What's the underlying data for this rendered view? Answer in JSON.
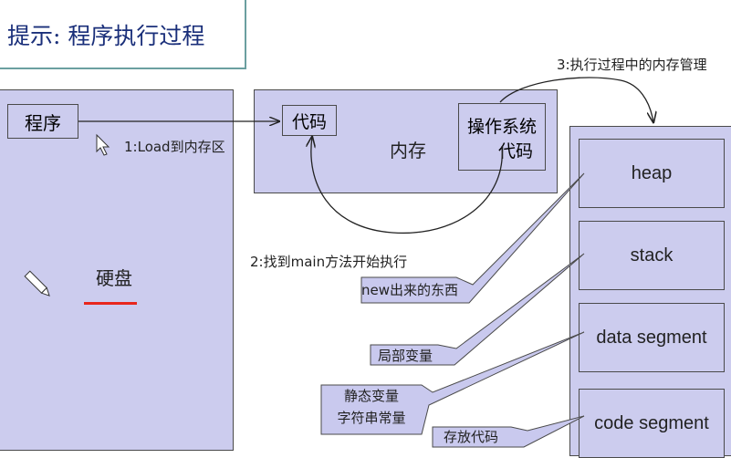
{
  "title": "提示: 程序执行过程",
  "disk": {
    "program_label": "程序",
    "disk_label": "硬盘"
  },
  "memory": {
    "code_label": "代码",
    "memory_label": "内存",
    "os_label_line1": "操作系统",
    "os_label_line2": "代码"
  },
  "steps": {
    "step1": "1:Load到内存区",
    "step2": "2:找到main方法开始执行",
    "step3": "3:执行过程中的内存管理"
  },
  "segments": [
    "heap",
    "stack",
    "data segment",
    "code segment"
  ],
  "callouts": {
    "new": "new出来的东西",
    "local": "局部变量",
    "static_line1": "静态变量",
    "static_line2": "字符串常量",
    "code": "存放代码"
  },
  "colors": {
    "box_fill": "#ccccee",
    "callout_fill": "#c9c9ee",
    "underline": "#e8261d",
    "title": "#1a2f7a"
  }
}
